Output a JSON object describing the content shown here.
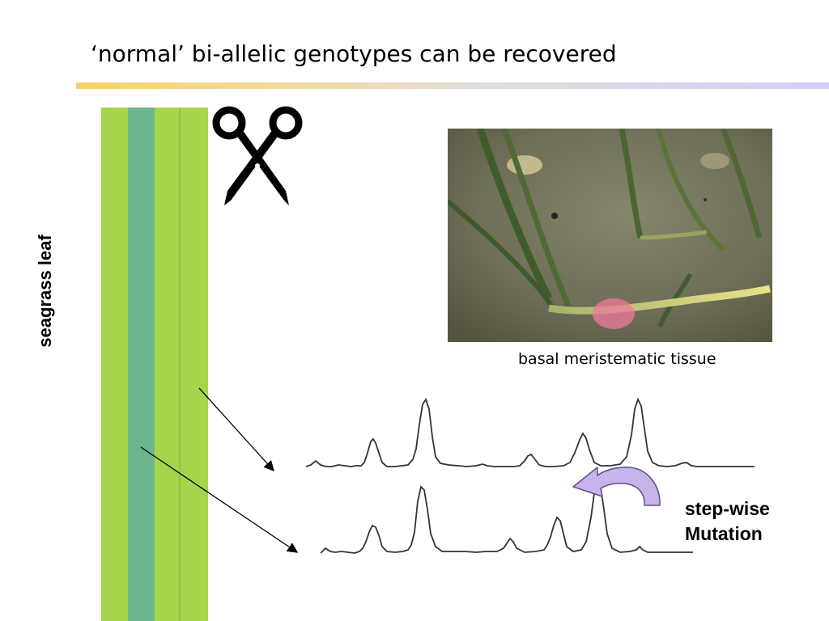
{
  "slide": {
    "title": "‘normal’ bi-allelic genotypes can be recovered",
    "leaf_label": "seagrass leaf",
    "photo_caption": "basal meristematic tissue",
    "mutation_label": {
      "line1": "step-wise",
      "line2": "Mutation"
    }
  },
  "colors": {
    "leaf_light": "#a6d44c",
    "leaf_mid": "#6cb58f",
    "title_rule_start": "#f6d36a",
    "title_rule_end": "#cfd0f6",
    "curved_arrow_fill": "#c7b4ea",
    "highlight_spot": "#f07a9c"
  },
  "icons": {
    "scissors": "scissors-icon",
    "curved_arrow": "curved-arrow-icon"
  }
}
